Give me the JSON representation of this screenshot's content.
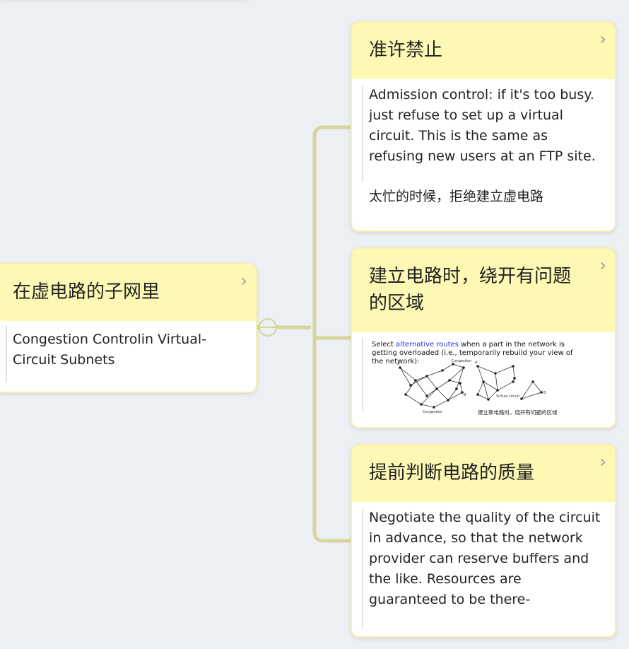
{
  "colors": {
    "background": "#eceff4",
    "card_header": "#fdf8b3",
    "card_border": "#f6f0a8",
    "connector": "#d6d69a"
  },
  "root_node": {
    "title": "在虚电路的子网里",
    "note": "Congestion Controlin Virtual-\nCircuit Subnets",
    "expand_icon": "chevron-right-icon"
  },
  "children": [
    {
      "title": "准许禁止",
      "note": "Admission control: if it's too busy. just refuse to set up a virtual circuit. This is the same as refusing new users at an FTP site.",
      "note_zh": "太忙的时候，拒绝建立虚电路",
      "expand_icon": "chevron-right-icon"
    },
    {
      "title": "建立电路时，绕开有问题的区域",
      "expand_icon": "chevron-right-icon",
      "image": {
        "caption_before": "Select ",
        "caption_highlight": "alternative routes",
        "caption_after": " when a part in the network is getting overloaded (i.e., temporarily rebuild your view of the network):",
        "label_congestion_top": "Congestion",
        "label_congestion_bottom": "Congestion",
        "label_virtual_circuit": "Virtual circuit",
        "label_a1": "A",
        "label_b1": "B",
        "label_a2": "A",
        "label_b2": "B",
        "label_zh": "建立新电路时，绕开有问题的区域"
      }
    },
    {
      "title": "提前判断电路的质量",
      "note": "Negotiate the quality of the circuit in advance, so that the network provider can reserve buffers and the like. Resources are guaranteed to be there-",
      "expand_icon": "chevron-right-icon"
    }
  ]
}
